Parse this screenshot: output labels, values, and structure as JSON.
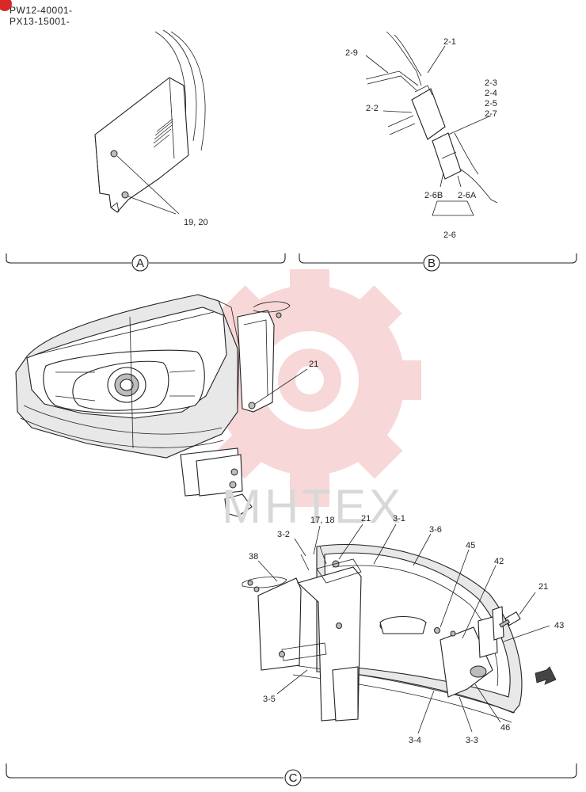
{
  "header": {
    "line1": "PW12-40001-",
    "line2": "PX13-15001-",
    "badge_color": "#d8282a"
  },
  "watermark": {
    "text": "MHTEX",
    "gear_color": "#f2b8b8"
  },
  "sections": {
    "a": "A",
    "b": "B",
    "c": "C"
  },
  "labels": {
    "a_19_20": "19, 20",
    "b_2_1": "2-1",
    "b_2_9": "2-9",
    "b_2_2": "2-2",
    "b_2_3": "2-3",
    "b_2_4": "2-4",
    "b_2_5": "2-5",
    "b_2_7": "2-7",
    "b_2_6b": "2-6B",
    "b_2_6a": "2-6A",
    "b_2_6": "2-6",
    "m_21": "21",
    "c_17_18": "17, 18",
    "c_21_top": "21",
    "c_3_1": "3-1",
    "c_3_6": "3-6",
    "c_3_2": "3-2",
    "c_38": "38",
    "c_45": "45",
    "c_42": "42",
    "c_21_right": "21",
    "c_43": "43",
    "c_3_5": "3-5",
    "c_46": "46",
    "c_3_4": "3-4",
    "c_3_3": "3-3"
  }
}
